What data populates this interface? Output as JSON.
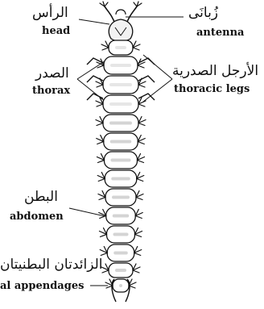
{
  "labels": {
    "head": {
      "arabic": "الرأس",
      "english": "head"
    },
    "antenna": {
      "arabic": "زُبانَى",
      "english": "antenna"
    },
    "thorax": {
      "arabic": "الصدر",
      "english": "thorax"
    },
    "thoracic_legs": {
      "arabic": "الأرجل الصدرية",
      "english": "thoracic legs"
    },
    "abdomen": {
      "arabic": "البطن",
      "english": "abdomen"
    },
    "anal_appendages": {
      "arabic": "الزائدتان البطنيتان",
      "english": "al appendages"
    }
  },
  "colors": {
    "ink": "#111111",
    "background": "#ffffff"
  }
}
